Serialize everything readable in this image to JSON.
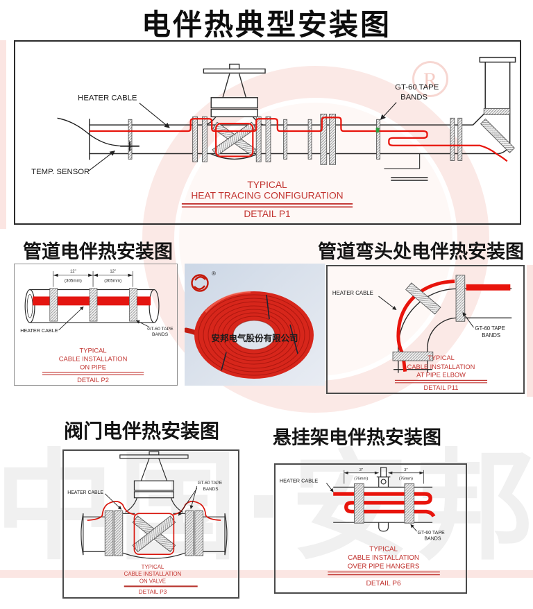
{
  "page": {
    "title": "电伴热典型安装图",
    "watermark_text": "中国·安邦",
    "reg_symbol": "R"
  },
  "colors": {
    "caption_red": "#c23430",
    "cable_red": "#e8140c",
    "line_black": "#2a2a2a",
    "watermark_pink": "#f7d2cc",
    "photo_background": "#d6dfeb",
    "green_tick": "#2e9e3e"
  },
  "p1": {
    "labels": {
      "heater_cable": "HEATER CABLE",
      "tape_line1": "GT-60 TAPE",
      "tape_line2": "BANDS",
      "temp_sensor": "TEMP. SENSOR"
    },
    "caption": {
      "line1": "TYPICAL",
      "line2": "HEAT TRACING CONFIGURATION",
      "detail": "DETAIL P1"
    }
  },
  "p2": {
    "heading": "管道电伴热安装图",
    "dims": {
      "inches": "12\"",
      "mm": "(305mm)"
    },
    "labels": {
      "heater_cable": "HEATER CABLE",
      "tape_line1": "GT-60 TAPE",
      "tape_line2": "BANDS"
    },
    "caption": {
      "line1": "TYPICAL",
      "line2": "CABLE INSTALLATION",
      "line3": "ON PIPE",
      "detail": "DETAIL P2"
    }
  },
  "photo": {
    "watermark": "安邦电气股份有限公司",
    "reg": "®"
  },
  "p11": {
    "heading": "管道弯头处电伴热安装图",
    "labels": {
      "heater_cable": "HEATER CABLE",
      "tape_line1": "GT-60 TAPE",
      "tape_line2": "BANDS"
    },
    "caption": {
      "line1": "TYPICAL",
      "line2": "CABLE INSTALLATION",
      "line3": "AT PIPE ELBOW",
      "detail": "DETAIL P11"
    }
  },
  "p3": {
    "heading": "阀门电伴热安装图",
    "labels": {
      "heater_cable": "HEATER CABLE",
      "tape_line1": "GT-60 TAPE",
      "tape_line2": "BANDS"
    },
    "caption": {
      "line1": "TYPICAL",
      "line2": "CABLE INSTALLATION",
      "line3": "ON VALVE",
      "detail": "DETAIL P3"
    }
  },
  "p6": {
    "heading": "悬挂架电伴热安装图",
    "dims": {
      "inches": "3\"",
      "mm": "(76mm)"
    },
    "labels": {
      "heater_cable": "HEATER CABLE",
      "tape_line1": "GT-60 TAPE",
      "tape_line2": "BANDS"
    },
    "caption": {
      "line1": "TYPICAL",
      "line2": "CABLE INSTALLATION",
      "line3": "OVER PIPE HANGERS",
      "detail": "DETAIL P6"
    }
  }
}
